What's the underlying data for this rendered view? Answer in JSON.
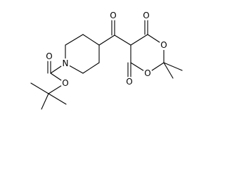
{
  "structure": {
    "atoms": {
      "ring_nitrogen": "N",
      "carbamate_carbonyl_oxygen": "O",
      "carbamate_ester_oxygen": "O",
      "ketone_oxygen": "O",
      "dioxane_carbonyl_oxygen_top": "O",
      "dioxane_carbonyl_oxygen_bottom": "O",
      "dioxane_ring_oxygen_upper": "O",
      "dioxane_ring_oxygen_lower": "O"
    },
    "colors": {
      "bond": "#000000",
      "label": "#000000",
      "background": "#ffffff"
    }
  }
}
